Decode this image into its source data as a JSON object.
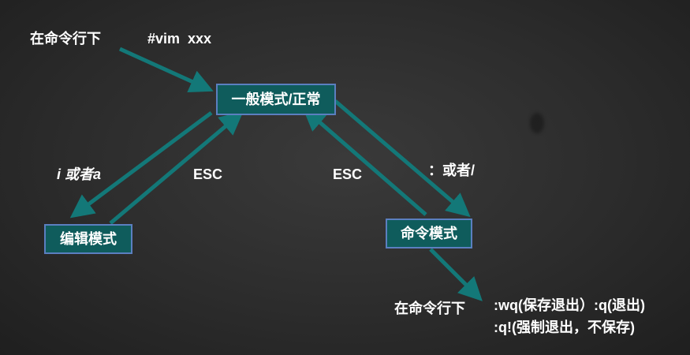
{
  "labels": {
    "cmdline_top": "在命令行下",
    "vim_command": "#vim  xxx",
    "i_or_a": "i 或者a",
    "esc_left": "ESC",
    "esc_right": "ESC",
    "colon_or_slash": "：或者/",
    "cmdline_bottom": "在命令行下",
    "save_quit_options": ":wq(保存退出）:q(退出)",
    "force_quit_option": ":q!(强制退出，不保存)"
  },
  "nodes": {
    "normal_mode": "一般模式/正常",
    "edit_mode": "编辑模式",
    "command_mode": "命令模式"
  },
  "colors": {
    "arrow": "#137878",
    "node_fill": "#0f5c5c",
    "node_border": "#5b7fc0",
    "text": "#ffffff",
    "background": "#2e2e2e"
  }
}
